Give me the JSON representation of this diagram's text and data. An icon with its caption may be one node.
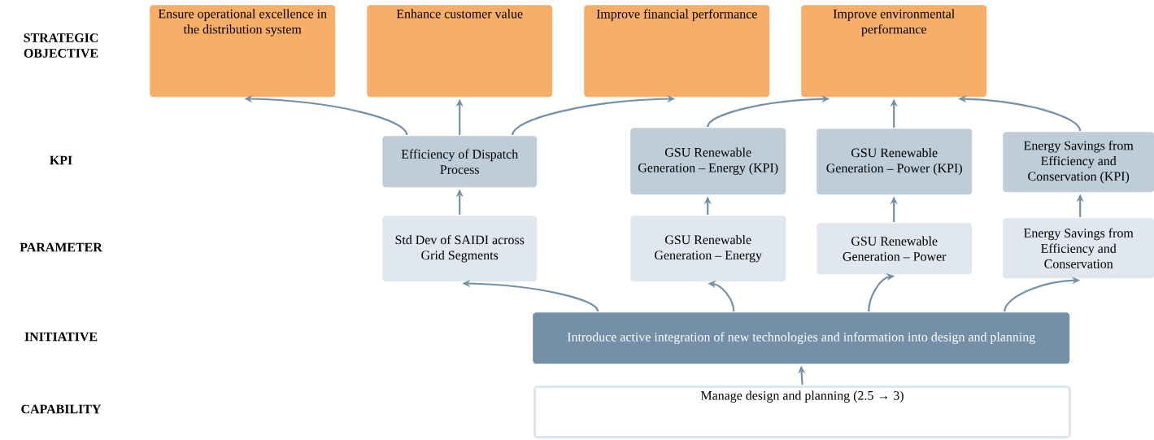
{
  "diagram": {
    "nodes": [
      {
        "text": [
          "Ensure operational excellence in the distribution system"
        ]
      },
      {
        "text": [
          "Enhance customer value"
        ]
      },
      {
        "text": [
          "Improve financial performance"
        ]
      },
      {
        "text": [
          "Improve environmental performance"
        ]
      },
      {
        "text": [
          "Efficiency of Dispatch Process"
        ]
      },
      {
        "text": [
          "GSU Renewable Generation – Energy (KPI)"
        ]
      },
      {
        "text": [
          "GSU Renewable Generation – Power (KPI)"
        ]
      },
      {
        "text": [
          "Energy Savings from Efficiency and Conservation (KPI)"
        ]
      },
      {
        "text": [
          "Std Dev of SAIDI across Grid Segments"
        ]
      },
      {
        "text": [
          "GSU Renewable Generation – Energy"
        ]
      },
      {
        "text": [
          "GSU Renewable Generation – Power"
        ]
      },
      {
        "text": [
          "Energy Savings from Efficiency and Conservation"
        ]
      },
      {
        "text": [
          "Introduce active integration of new technologies and information into design and planning"
        ]
      },
      {
        "text": [
          "Manage design and planning (2.5 → 3)"
        ]
      }
    ],
    "edges": [
      {
        "from": 4,
        "to": 0,
        "arrow": "to"
      },
      {
        "from": 4,
        "to": 1,
        "arrow": "to"
      },
      {
        "from": 4,
        "to": 2,
        "arrow": "to"
      },
      {
        "from": 5,
        "to": 3,
        "arrow": "to"
      },
      {
        "from": 6,
        "to": 3,
        "arrow": "to"
      },
      {
        "from": 7,
        "to": 3,
        "arrow": "to"
      },
      {
        "from": 8,
        "to": 4,
        "arrow": "to"
      },
      {
        "from": 9,
        "to": 5,
        "arrow": "to"
      },
      {
        "from": 10,
        "to": 6,
        "arrow": "to"
      },
      {
        "from": 11,
        "to": 7,
        "arrow": "to"
      },
      {
        "from": 12,
        "to": 8,
        "arrow": "to"
      },
      {
        "from": 12,
        "to": 9,
        "arrow": "to"
      },
      {
        "from": 12,
        "to": 10,
        "arrow": "to"
      },
      {
        "from": 12,
        "to": 11,
        "arrow": "to"
      },
      {
        "from": 13,
        "to": 12,
        "arrow": "to"
      }
    ],
    "labels": [
      "STRATEGIC OBJECTIVE",
      "KPI",
      "PARAMETER",
      "INITIATIVE",
      "CAPABILITY"
    ]
  }
}
